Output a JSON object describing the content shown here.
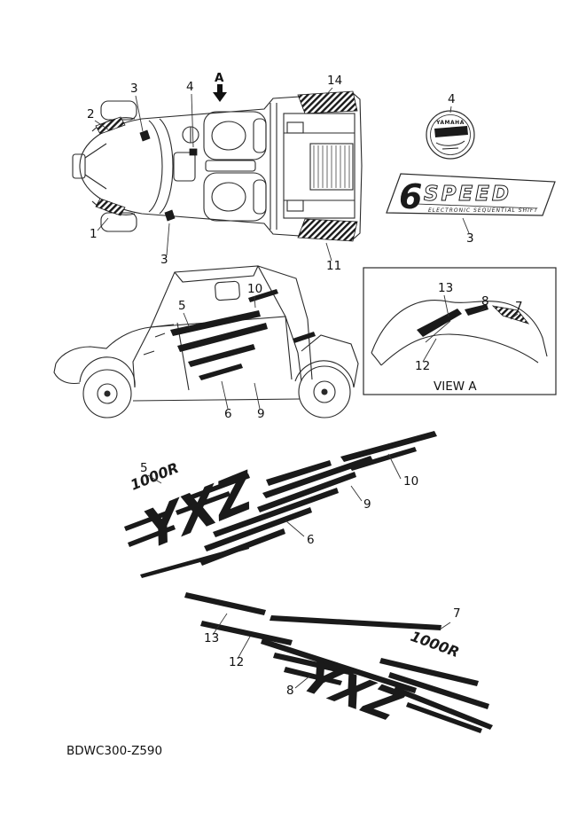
{
  "diagram": {
    "code": "BDWC300-Z590",
    "marker_a": "A",
    "view_caption": "VIEW A"
  },
  "emblems": {
    "round_brand": "YAMAHA",
    "speed_digit": "6",
    "speed_word": "SPEED",
    "speed_subtitle": "ELECTRONIC SEQUENTIAL SHIFT",
    "decal_model": "1000R",
    "decal_letters": "YXZ"
  },
  "callouts": {
    "top_view": [
      {
        "label": "2"
      },
      {
        "label": "3"
      },
      {
        "label": "4"
      },
      {
        "label": "14"
      },
      {
        "label": "1"
      },
      {
        "label": "3"
      },
      {
        "label": "11"
      }
    ],
    "emblem": [
      {
        "label": "4"
      },
      {
        "label": "3"
      }
    ],
    "side_view": [
      {
        "label": "5"
      },
      {
        "label": "10"
      },
      {
        "label": "6"
      },
      {
        "label": "9"
      }
    ],
    "view_a": [
      {
        "label": "13"
      },
      {
        "label": "8"
      },
      {
        "label": "7"
      },
      {
        "label": "12"
      }
    ],
    "decal_right": [
      {
        "label": "5"
      },
      {
        "label": "10"
      },
      {
        "label": "9"
      },
      {
        "label": "6"
      }
    ],
    "decal_left": [
      {
        "label": "13"
      },
      {
        "label": "12"
      },
      {
        "label": "8"
      },
      {
        "label": "7"
      }
    ]
  }
}
